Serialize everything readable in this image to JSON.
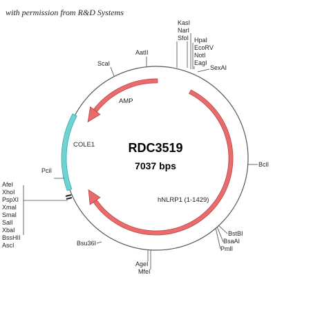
{
  "permission_note": "with permission from R&D Systems",
  "plasmid": {
    "name": "RDC3519",
    "size": "7037 bps"
  },
  "features": [
    {
      "id": "amp",
      "label": "AMP",
      "color": "#e96b6b",
      "stroke": "#b84545",
      "direction": "ccw"
    },
    {
      "id": "cole1",
      "label": "COLE1",
      "color": "#6fd3d3",
      "stroke": "#3aa9a9",
      "direction": "none"
    },
    {
      "id": "hnlrp1",
      "label": "hNLRP1 (1-1429)",
      "color": "#e96b6b",
      "stroke": "#b84545",
      "direction": "ccw"
    }
  ],
  "sites": {
    "kasi": [
      "KasI",
      "NarI",
      "SfoI"
    ],
    "hpai": [
      "HpaI",
      "EcoRV",
      "NotI",
      "EagI"
    ],
    "sexai": [
      "SexAI"
    ],
    "aatii": [
      "AatII"
    ],
    "scai": [
      "ScaI"
    ],
    "bcli": [
      "BclI"
    ],
    "bstbi": [
      "BstBI",
      "BsaAI",
      "PmlI"
    ],
    "agei": [
      "AgeI",
      "MfeI"
    ],
    "bsu36i": [
      "Bsu36I"
    ],
    "pcii": [
      "PciI"
    ],
    "afei": [
      "AfeI",
      "XhoI",
      "PspXI",
      "XmaI",
      "SmaI",
      "SalI",
      "XbaI",
      "BssHII",
      "AscI"
    ]
  }
}
